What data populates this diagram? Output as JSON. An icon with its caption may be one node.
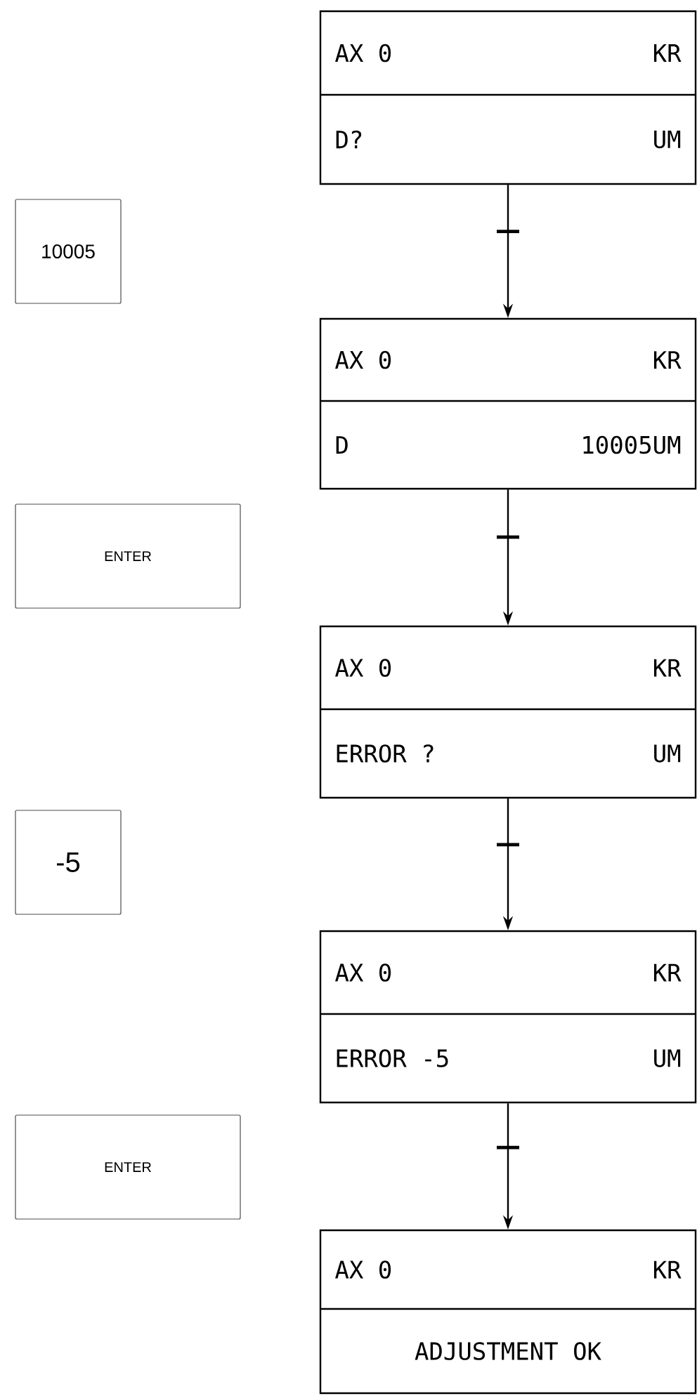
{
  "diagram": {
    "nodes": [
      {
        "text": [
          "AX 0",
          "KR",
          "D?",
          "UM"
        ]
      },
      {
        "text": [
          "10005"
        ]
      },
      {
        "text": [
          "AX 0",
          "KR",
          "D",
          "10005UM"
        ]
      },
      {
        "text": [
          "ENTER"
        ]
      },
      {
        "text": [
          "AX 0",
          "KR",
          "ERROR ?",
          "UM"
        ]
      },
      {
        "text": [
          "-5"
        ]
      },
      {
        "text": [
          "AX 0",
          "KR",
          "ERROR -5",
          "UM"
        ]
      },
      {
        "text": [
          "ENTER"
        ]
      },
      {
        "text": [
          "AX 0",
          "KR",
          "ADJUSTMENT OK"
        ]
      }
    ],
    "edges": [
      {
        "from": 0,
        "to": 2,
        "arrow": "to"
      },
      {
        "from": 2,
        "to": 4,
        "arrow": "to"
      },
      {
        "from": 4,
        "to": 6,
        "arrow": "to"
      },
      {
        "from": 6,
        "to": 8,
        "arrow": "to"
      }
    ]
  }
}
